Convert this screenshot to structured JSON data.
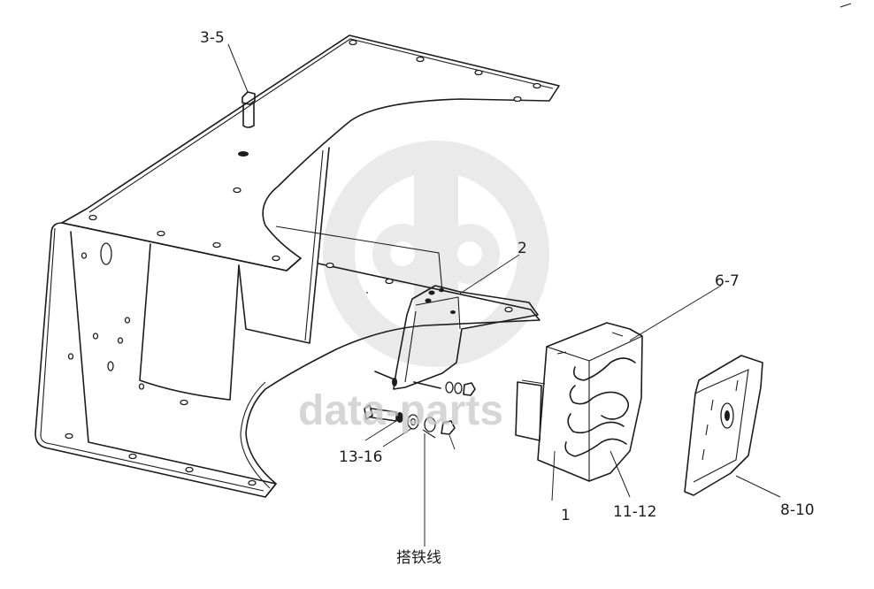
{
  "diagram": {
    "callouts": [
      {
        "id": "c-3-5",
        "text": "3-5"
      },
      {
        "id": "c-2",
        "text": "2"
      },
      {
        "id": "c-6-7",
        "text": "6-7"
      },
      {
        "id": "c-13-16",
        "text": "13-16"
      },
      {
        "id": "c-1",
        "text": "1"
      },
      {
        "id": "c-11-12",
        "text": "11-12"
      },
      {
        "id": "c-8-10",
        "text": "8-10"
      },
      {
        "id": "c-ground",
        "text": "搭铁线"
      }
    ],
    "watermark": {
      "text": "data-parts"
    }
  }
}
